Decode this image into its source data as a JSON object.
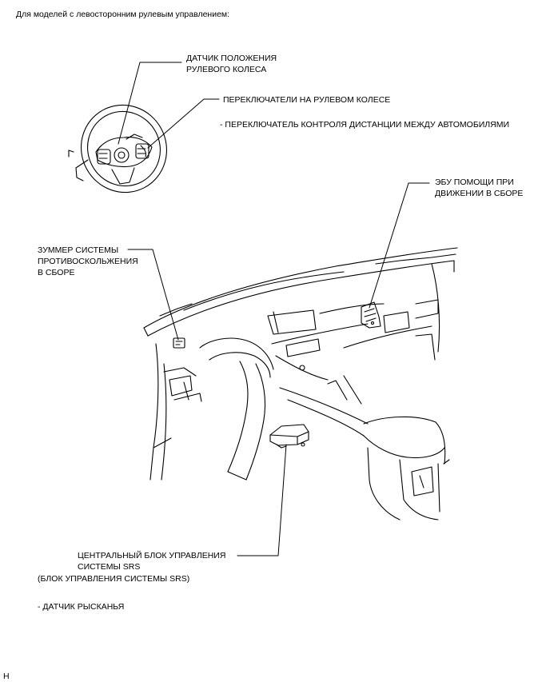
{
  "header": {
    "title": "Для моделей с левосторонним рулевым управлением:"
  },
  "labels": {
    "steering_sensor_l1": "ДАТЧИК ПОЛОЖЕНИЯ",
    "steering_sensor_l2": "РУЛЕВОГО КОЛЕСА",
    "wheel_switches": "ПЕРЕКЛЮЧАТЕЛИ НА РУЛЕВОМ КОЛЕСЕ",
    "distance_switch": "- ПЕРЕКЛЮЧАТЕЛЬ КОНТРОЛЯ ДИСТАНЦИИ МЕЖДУ АВТОМОБИЛЯМИ",
    "driving_ecu_l1": "ЭБУ ПОМОЩИ ПРИ",
    "driving_ecu_l2": "ДВИЖЕНИИ В СБОРЕ",
    "buzzer_l1": "ЗУММЕР СИСТЕМЫ",
    "buzzer_l2": "ПРОТИВОСКОЛЬЖЕНИЯ",
    "buzzer_l3": "В СБОРЕ",
    "airbag_l1": "ЦЕНТРАЛЬНЫЙ БЛОК УПРАВЛЕНИЯ",
    "airbag_l2": "СИСТЕМЫ SRS",
    "airbag_l3": "(БЛОК УПРАВЛЕНИЯ СИСТЕМЫ SRS)",
    "yaw_sensor": "- ДАТЧИК РЫСКАНЬЯ"
  },
  "footer": {
    "code": "H"
  }
}
